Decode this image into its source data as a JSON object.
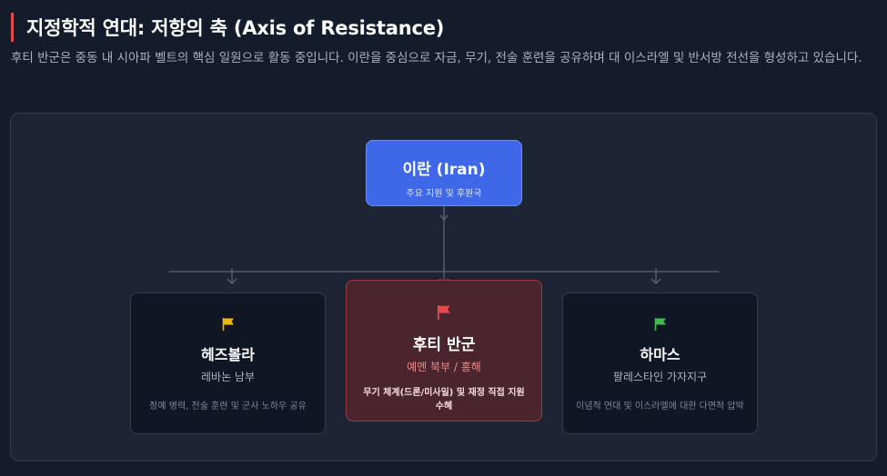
{
  "header": {
    "title": "지정학적 연대: 저항의 축 (Axis of Resistance)",
    "description": "후티 반군은 중동 내 시아파 벨트의 핵심 일원으로 활동 중입니다. 이란을 중심으로 자금, 무기, 전술 훈련을 공유하며 대 이스라엘 및 반서방 전선을 형성하고 있습니다."
  },
  "diagram": {
    "center": {
      "title": "이란 (Iran)",
      "subtitle": "주요 지원 및 후원국"
    },
    "members": [
      {
        "name": "헤즈볼라",
        "location": "레바논 남부",
        "detail": "정예 병력, 전술 훈련 및 군사 노하우 공유",
        "flag_icon": "flag-icon",
        "flag_color": "#f2b705"
      },
      {
        "name": "후티 반군",
        "location": "예멘 북부 / 홍해",
        "detail": "무기 체계(드론/미사일) 및 재정 직접 지원 수혜",
        "flag_icon": "flag-icon",
        "flag_color": "#e5484d"
      },
      {
        "name": "하마스",
        "location": "팔레스타인 가자지구",
        "detail": "이념적 연대 및 이스라엘에 대한 다면적 압박",
        "flag_icon": "flag-icon",
        "flag_color": "#3fb950"
      }
    ]
  },
  "colors": {
    "accent_bar": "#e24a4a",
    "center_node": "#3f68e8",
    "highlight_node": "#4a252d",
    "connector": "#5b6578"
  }
}
